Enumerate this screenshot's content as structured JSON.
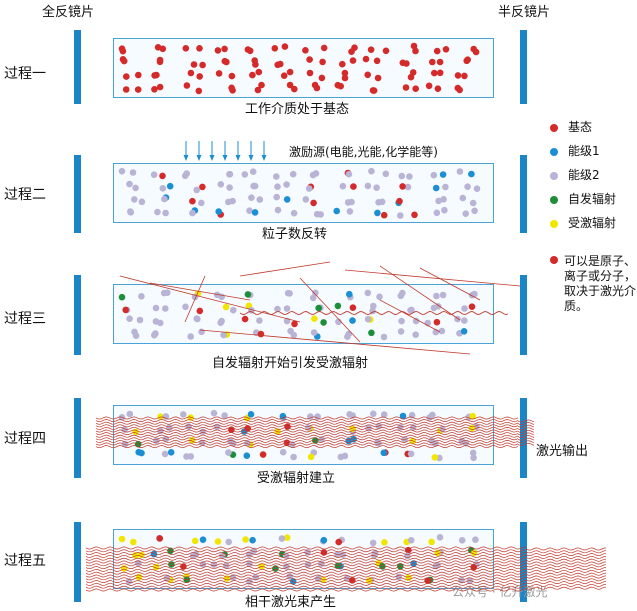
{
  "labels": {
    "full_mirror": "全反镜片",
    "half_mirror": "半反镜片",
    "laser_output": "激光输出",
    "pump_source": "激励源(电能,光能,化学能等)"
  },
  "processes": [
    {
      "name": "过程一",
      "caption": "工作介质处于基态"
    },
    {
      "name": "过程二",
      "caption": "粒子数反转"
    },
    {
      "name": "过程三",
      "caption": "自发辐射开始引发受激辐射"
    },
    {
      "name": "过程四",
      "caption": "受激辐射建立"
    },
    {
      "name": "过程五",
      "caption": "相干激光束产生"
    }
  ],
  "legend": [
    {
      "label": "基态",
      "color": "#d42a2a"
    },
    {
      "label": "能级1",
      "color": "#1b8fd4"
    },
    {
      "label": "能级2",
      "color": "#b9b3d6"
    },
    {
      "label": "自发辐射",
      "color": "#1d8f3a"
    },
    {
      "label": "受激辐射",
      "color": "#f2e600"
    }
  ],
  "note": "可以是原子、离子或分子，取决于激光介质。",
  "watermark": "公众号 · 亿升激光",
  "colors": {
    "mirror": "#1a86c8",
    "tube_border": "#4aa3d8",
    "beam": "#c0392b"
  }
}
